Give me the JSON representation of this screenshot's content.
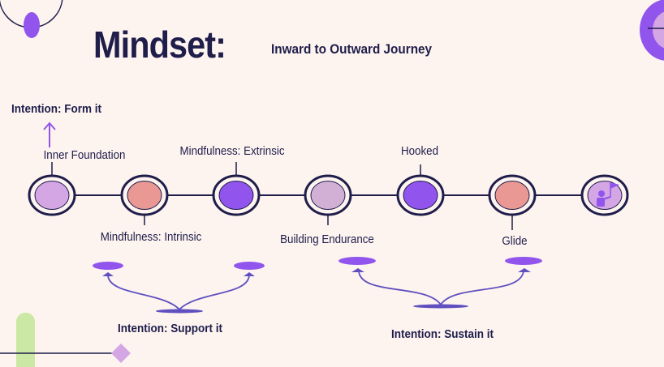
{
  "title": "Mindset:",
  "subtitle": "Inward to Outward Journey",
  "intentions": {
    "form": "Intention: Form it",
    "support": "Intention: Support it",
    "sustain": "Intention: Sustain it"
  },
  "stages": [
    {
      "label": "Inner Foundation",
      "color": "#d4a6e3"
    },
    {
      "label": "Mindfulness: Intrinsic",
      "color": "#e99894"
    },
    {
      "label": "Mindfulness: Extrinsic",
      "color": "#9155ee"
    },
    {
      "label": "Building Endurance",
      "color": "#d2b0d6"
    },
    {
      "label": "Hooked",
      "color": "#9155ee"
    },
    {
      "label": "Glide",
      "color": "#e99894"
    },
    {
      "label": "",
      "color": "#d4a6e3",
      "icon": "person-flag-icon"
    }
  ],
  "colors": {
    "background": "#fdf4f0",
    "navy": "#1f1d4a",
    "purple": "#9155ee",
    "indigo": "#5f4fbf",
    "green": "#cbe8a4",
    "lilac": "#d4a6e3"
  }
}
